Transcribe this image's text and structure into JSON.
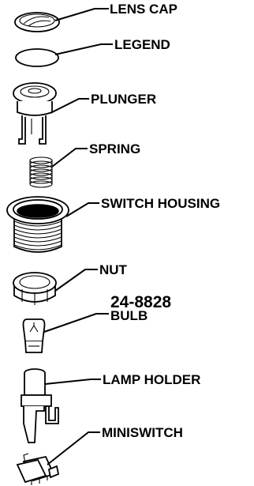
{
  "parts": {
    "lens_cap": "LENS CAP",
    "legend": "LEGEND",
    "plunger": "PLUNGER",
    "spring": "SPRING",
    "switch_housing": "SWITCH HOUSING",
    "nut": "NUT",
    "bulb_part_number": "24-8828",
    "bulb": "BULB",
    "lamp_holder": "LAMP HOLDER",
    "miniswitch": "MINISWITCH"
  }
}
